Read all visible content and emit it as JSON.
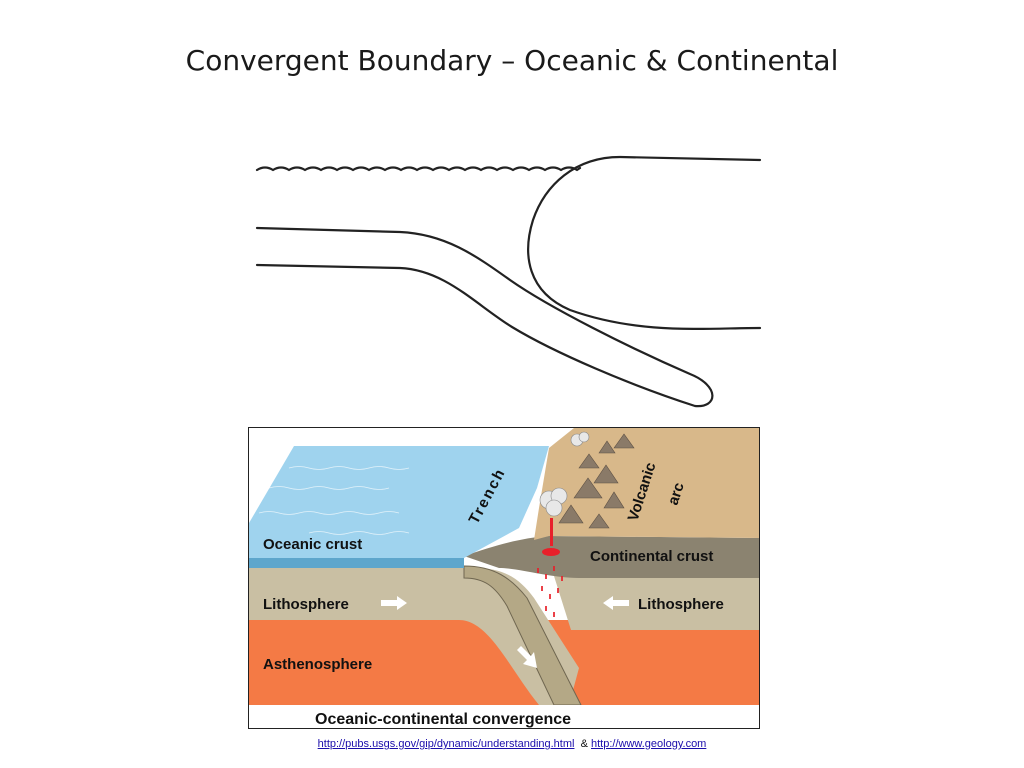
{
  "slide": {
    "title": "Convergent Boundary – Oceanic & Continental"
  },
  "figure": {
    "labels": {
      "trench": "Trench",
      "volcanic_arc_line1": "Volcanic",
      "volcanic_arc_line2": "arc",
      "oceanic_crust": "Oceanic crust",
      "continental_crust": "Continental crust",
      "lithosphere_left": "Lithosphere",
      "lithosphere_right": "Lithosphere",
      "asthenosphere": "Asthenosphere",
      "caption": "Oceanic-continental convergence"
    },
    "colors": {
      "ocean": "#9fd3ee",
      "continent": "#d8b88a",
      "lithosphere": "#c9bfa3",
      "asthenosphere": "#f47a45",
      "magma": "#e8202a"
    }
  },
  "source": {
    "link1": "http://pubs.usgs.gov/gip/dynamic/understanding.html",
    "separator": "&",
    "link2": "http://www.geology.com"
  }
}
